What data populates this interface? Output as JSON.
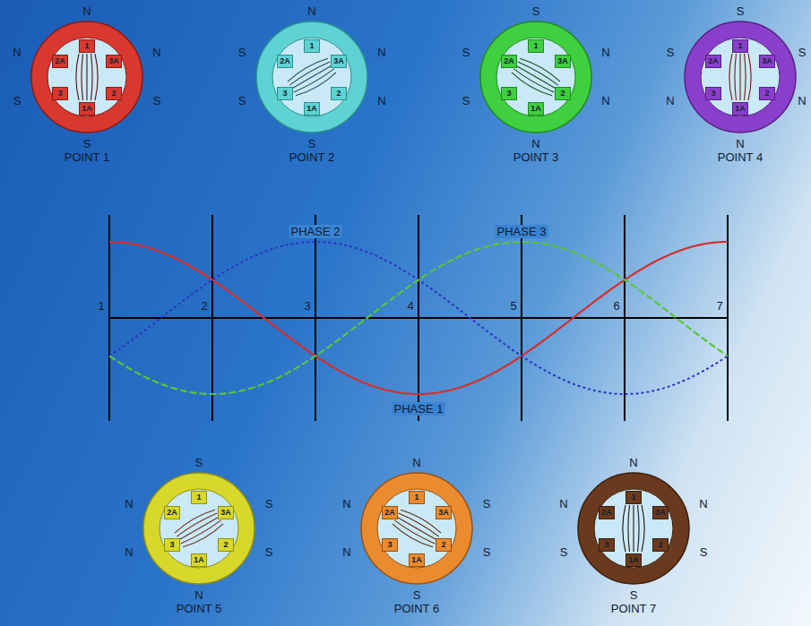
{
  "diagram": {
    "nodes": [
      {
        "text": [
          "POINT 1"
        ]
      },
      {
        "text": [
          "1"
        ],
        "in": 0
      },
      {
        "text": [
          "2A"
        ],
        "in": 0
      },
      {
        "text": [
          "3A"
        ],
        "in": 0
      },
      {
        "text": [
          "3"
        ],
        "in": 0
      },
      {
        "text": [
          "2"
        ],
        "in": 0
      },
      {
        "text": [
          "1A"
        ],
        "in": 0
      },
      {
        "text": [
          "POINT 2"
        ]
      },
      {
        "text": [
          "1"
        ],
        "in": 7
      },
      {
        "text": [
          "2A"
        ],
        "in": 7
      },
      {
        "text": [
          "3A"
        ],
        "in": 7
      },
      {
        "text": [
          "3"
        ],
        "in": 7
      },
      {
        "text": [
          "2"
        ],
        "in": 7
      },
      {
        "text": [
          "1A"
        ],
        "in": 7
      },
      {
        "text": [
          "POINT 3"
        ]
      },
      {
        "text": [
          "1"
        ],
        "in": 14
      },
      {
        "text": [
          "2A"
        ],
        "in": 14
      },
      {
        "text": [
          "3A"
        ],
        "in": 14
      },
      {
        "text": [
          "3"
        ],
        "in": 14
      },
      {
        "text": [
          "2"
        ],
        "in": 14
      },
      {
        "text": [
          "1A"
        ],
        "in": 14
      },
      {
        "text": [
          "POINT 4"
        ]
      },
      {
        "text": [
          "1"
        ],
        "in": 21
      },
      {
        "text": [
          "2A"
        ],
        "in": 21
      },
      {
        "text": [
          "3A"
        ],
        "in": 21
      },
      {
        "text": [
          "3"
        ],
        "in": 21
      },
      {
        "text": [
          "2"
        ],
        "in": 21
      },
      {
        "text": [
          "1A"
        ],
        "in": 21
      },
      {
        "text": [
          "POINT 5"
        ]
      },
      {
        "text": [
          "1"
        ],
        "in": 28
      },
      {
        "text": [
          "2A"
        ],
        "in": 28
      },
      {
        "text": [
          "3A"
        ],
        "in": 28
      },
      {
        "text": [
          "3"
        ],
        "in": 28
      },
      {
        "text": [
          "2"
        ],
        "in": 28
      },
      {
        "text": [
          "1A"
        ],
        "in": 28
      },
      {
        "text": [
          "POINT 6"
        ]
      },
      {
        "text": [
          "1"
        ],
        "in": 35
      },
      {
        "text": [
          "2A"
        ],
        "in": 35
      },
      {
        "text": [
          "3A"
        ],
        "in": 35
      },
      {
        "text": [
          "3"
        ],
        "in": 35
      },
      {
        "text": [
          "2"
        ],
        "in": 35
      },
      {
        "text": [
          "1A"
        ],
        "in": 35
      },
      {
        "text": [
          "POINT 7"
        ]
      },
      {
        "text": [
          "1"
        ],
        "in": 42
      },
      {
        "text": [
          "2A"
        ],
        "in": 42
      },
      {
        "text": [
          "3A"
        ],
        "in": 42
      },
      {
        "text": [
          "3"
        ],
        "in": 42
      },
      {
        "text": [
          "2"
        ],
        "in": 42
      },
      {
        "text": [
          "1A"
        ],
        "in": 42
      }
    ],
    "labels": [
      "N",
      "N",
      "N",
      "S",
      "S",
      "S",
      "N",
      "S",
      "N",
      "S",
      "N",
      "S",
      "S",
      "S",
      "N",
      "S",
      "N",
      "N",
      "S",
      "S",
      "S",
      "N",
      "N",
      "N",
      "PHASE 2",
      "PHASE 3",
      "1",
      "2",
      "3",
      "4",
      "5",
      "6",
      "7",
      "PHASE 1",
      "S",
      "N",
      "S",
      "N",
      "S",
      "N",
      "N",
      "N",
      "S",
      "N",
      "S",
      "S",
      "N",
      "N",
      "N",
      "S",
      "S",
      "S"
    ]
  }
}
